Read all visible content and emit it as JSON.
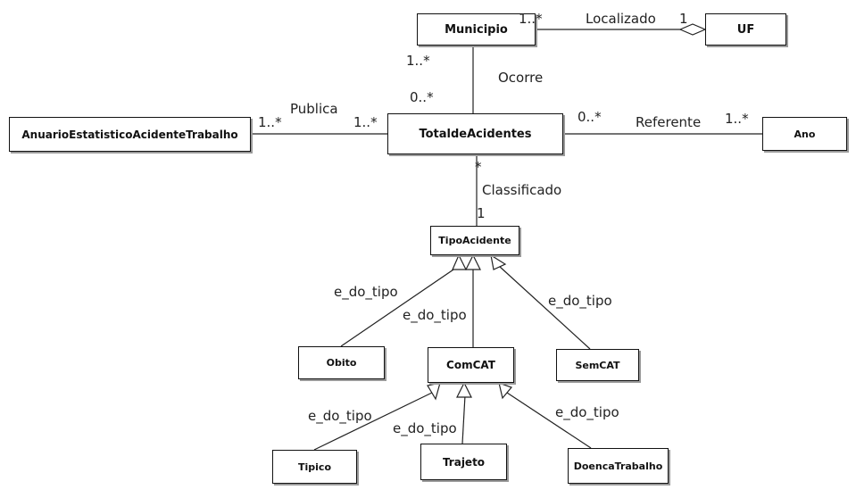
{
  "classes": {
    "municipio": "Municipio",
    "uf": "UF",
    "anuario": "AnuarioEstatisticoAcidenteTrabalho",
    "total": "TotaldeAcidentes",
    "ano": "Ano",
    "tipo": "TipoAcidente",
    "obito": "Obito",
    "comcat": "ComCAT",
    "semcat": "SemCAT",
    "tipico": "Tipico",
    "trajeto": "Trajeto",
    "doenca": "DoencaTrabalho"
  },
  "associations": {
    "localizado": {
      "name": "Localizado",
      "mult_municipio": "1..*",
      "mult_uf": "1"
    },
    "ocorre": {
      "name": "Ocorre",
      "mult_municipio": "1..*",
      "mult_total": "0..*"
    },
    "publica": {
      "name": "Publica",
      "mult_anuario": "1..*",
      "mult_total": "1..*"
    },
    "referente": {
      "name": "Referente",
      "mult_total": "0..*",
      "mult_ano": "1..*"
    },
    "classificado": {
      "name": "Classificado",
      "mult_total": "*",
      "mult_tipo": "1"
    }
  },
  "generalizations": {
    "label": "e_do_tipo"
  }
}
